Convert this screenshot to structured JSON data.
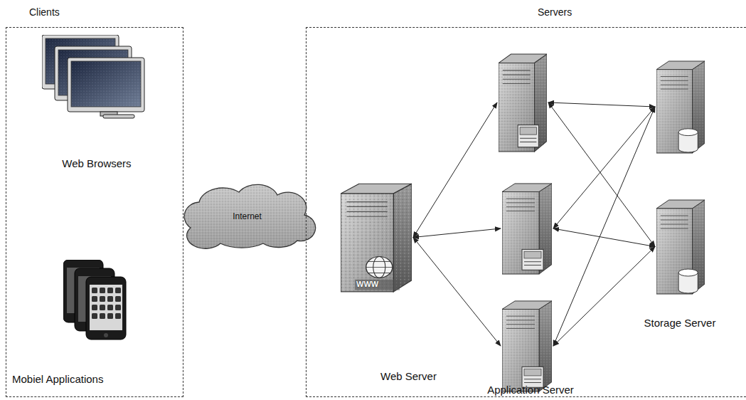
{
  "diagram": {
    "nodes": [
      {
        "text": [
          "Clients"
        ]
      },
      {
        "text": [
          "Web Browsers"
        ],
        "in": 0
      },
      {
        "text": [
          "Mobiel Applications"
        ],
        "in": 0
      },
      {
        "text": [
          "Internet"
        ]
      },
      {
        "text": [
          "Servers"
        ]
      },
      {
        "text": [
          "Web Server"
        ],
        "in": 4
      },
      {
        "text": [
          "Application Server"
        ],
        "in": 4
      },
      {
        "text": [
          "Storage Server"
        ],
        "in": 4
      }
    ],
    "edges": [
      {
        "from": 5,
        "to": 6,
        "arrow": "both"
      },
      {
        "from": 6,
        "to": 7,
        "arrow": "both"
      }
    ],
    "labels": [
      "WWW"
    ]
  }
}
